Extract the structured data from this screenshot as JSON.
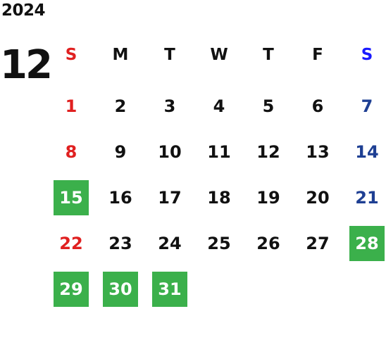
{
  "year": "2024",
  "month": "12",
  "weekdays": [
    "S",
    "M",
    "T",
    "W",
    "T",
    "F",
    "S"
  ],
  "weeks": [
    [
      "1",
      "2",
      "3",
      "4",
      "5",
      "6",
      "7"
    ],
    [
      "8",
      "9",
      "10",
      "11",
      "12",
      "13",
      "14"
    ],
    [
      "15",
      "16",
      "17",
      "18",
      "19",
      "20",
      "21"
    ],
    [
      "22",
      "23",
      "24",
      "25",
      "26",
      "27",
      "28"
    ],
    [
      "29",
      "30",
      "31",
      "",
      "",
      "",
      ""
    ]
  ],
  "highlighted_days": [
    "15",
    "28",
    "29",
    "30",
    "31"
  ],
  "colors": {
    "sunday": "#e02020",
    "saturday": "#1e3f93",
    "saturday_header": "#1a1aff",
    "highlight": "#3bb04b"
  }
}
